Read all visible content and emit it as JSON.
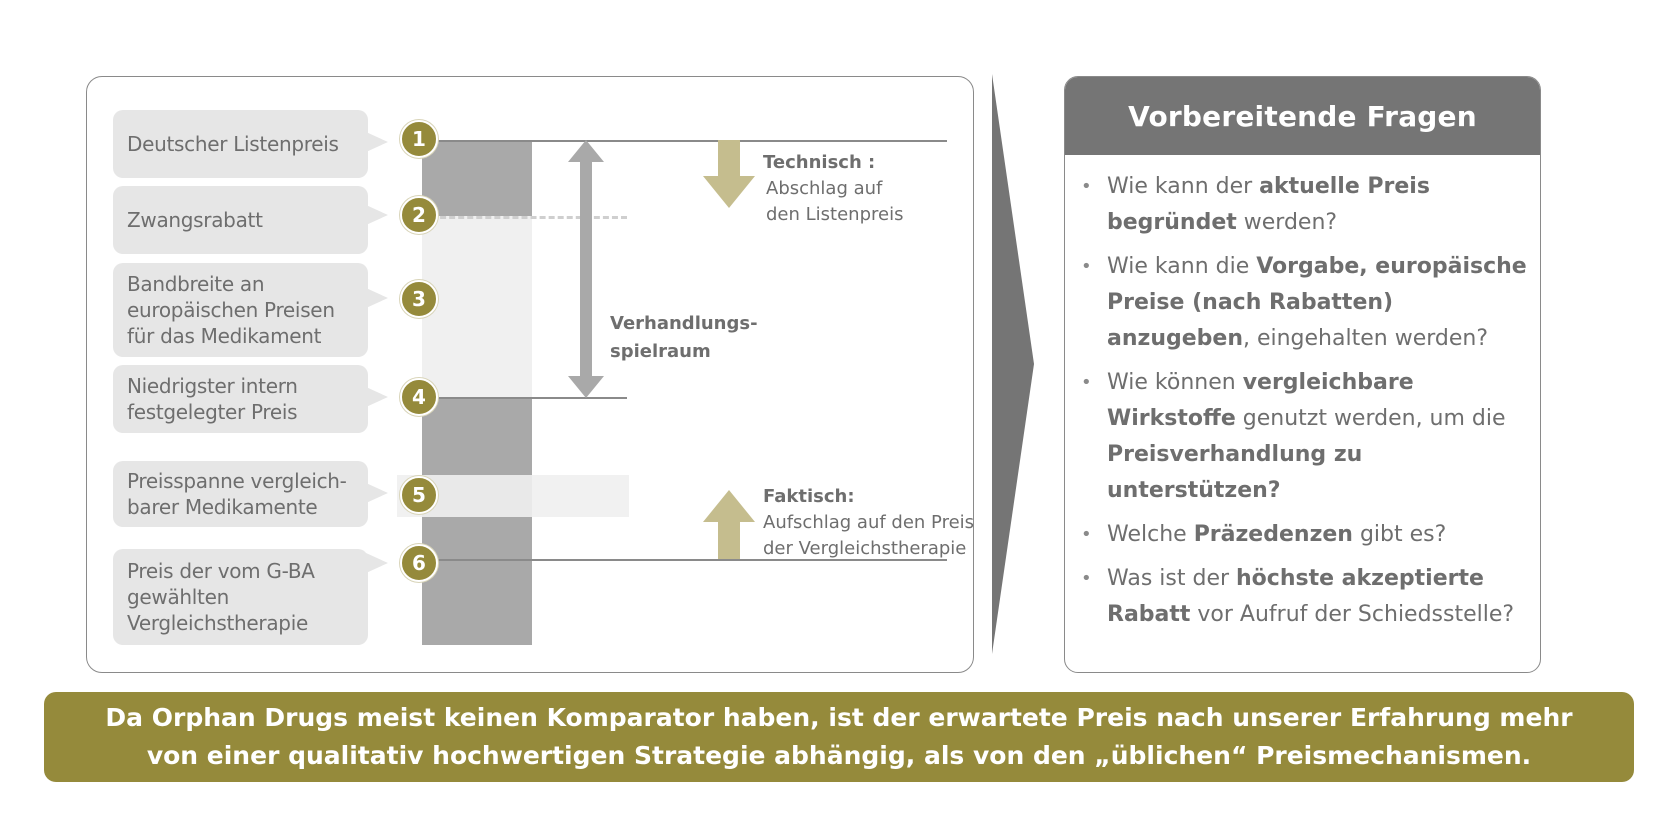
{
  "left": {
    "labels": [
      {
        "num": "1",
        "text": "Deutscher Listenpreis"
      },
      {
        "num": "2",
        "text": "Zwangsrabatt"
      },
      {
        "num": "3",
        "text": "Bandbreite an\neuropäischen Preisen\nfür das Medikament"
      },
      {
        "num": "4",
        "text": "Niedrigster intern\nfestgelegter Preis"
      },
      {
        "num": "5",
        "text": "Preisspanne vergleich-\nbarer Medikamente"
      },
      {
        "num": "6",
        "text": "Preis der vom G-BA\ngewählten\nVergleichstherapie"
      }
    ],
    "verhandlung": {
      "line1": "Verhandlungs-",
      "line2": "spielraum"
    },
    "technisch": {
      "title": "Technisch :",
      "line1": "Abschlag auf",
      "line2": "den Listenpreis"
    },
    "faktisch": {
      "title": "Faktisch:",
      "line1": "Aufschlag auf den Preis",
      "line2": "der Vergleichstherapie"
    }
  },
  "right": {
    "title": "Vorbereitende Fragen",
    "questions": [
      [
        {
          "t": "Wie kann der "
        },
        {
          "t": "aktuelle Preis begründet",
          "b": true
        },
        {
          "t": " werden?"
        }
      ],
      [
        {
          "t": "Wie kann die "
        },
        {
          "t": "Vorgabe, europäische Preise (nach Rabatten) anzugeben",
          "b": true
        },
        {
          "t": ",  eingehalten werden?"
        }
      ],
      [
        {
          "t": "Wie können "
        },
        {
          "t": "vergleichbare Wirkstoffe",
          "b": true
        },
        {
          "t": " genutzt werden, um die "
        },
        {
          "t": "Preisverhandlung zu unterstützen?",
          "b": true
        }
      ],
      [
        {
          "t": "Welche "
        },
        {
          "t": "Präzedenzen",
          "b": true
        },
        {
          "t": "  gibt es?"
        }
      ],
      [
        {
          "t": "Was ist der "
        },
        {
          "t": "höchste akzeptierte Rabatt",
          "b": true
        },
        {
          "t": " vor Aufruf der Schiedsstelle?"
        }
      ]
    ]
  },
  "banner": {
    "line1": "Da Orphan Drugs meist keinen Komparator haben, ist der erwartete Preis nach unserer Erfahrung mehr",
    "line2": "von einer qualitativ hochwertigen Strategie abhängig, als von den „üblichen“ Preismechanismen."
  },
  "colors": {
    "olive": "#958a3b",
    "arrow_tan": "#c5bd8e",
    "grey_dark": "#757575",
    "grey_bar": "#a9a9a9",
    "label_bg": "#e6e6e6"
  }
}
